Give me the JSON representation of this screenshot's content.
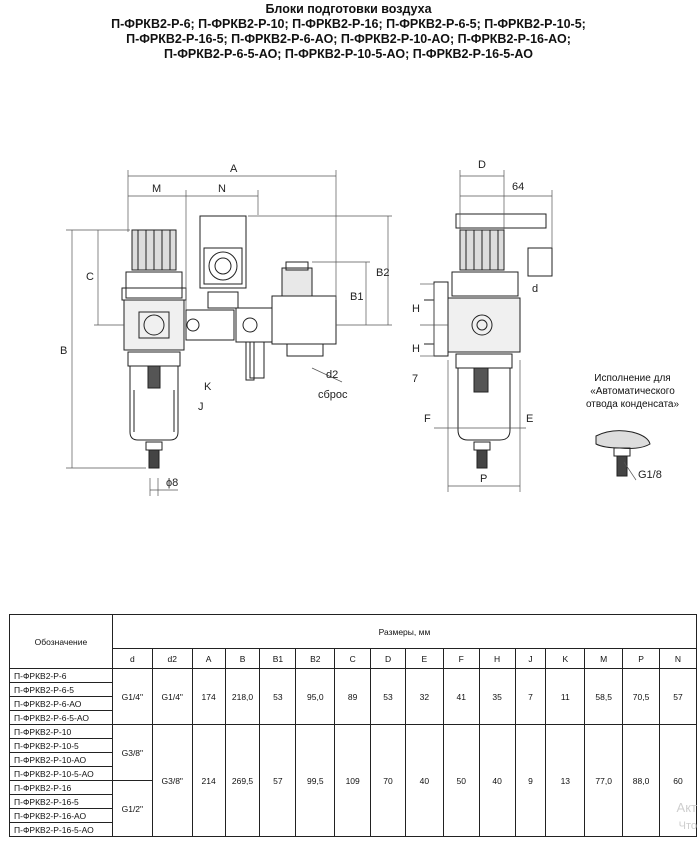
{
  "title": {
    "line1": "Блоки подготовки воздуха",
    "line2": "П-ФРКВ2-Р-6; П-ФРКВ2-Р-10; П-ФРКВ2-Р-16; П-ФРКВ2-Р-6-5; П-ФРКВ2-Р-10-5;",
    "line3": "П-ФРКВ2-Р-16-5; П-ФРКВ2-Р-6-АО; П-ФРКВ2-Р-10-АО; П-ФРКВ2-Р-16-АО;",
    "line4": "П-ФРКВ2-Р-6-5-АО; П-ФРКВ2-Р-10-5-АО; П-ФРКВ2-Р-16-5-АО"
  },
  "drawing": {
    "labels": {
      "A": "A",
      "M": "M",
      "N": "N",
      "C": "C",
      "B": "B",
      "B1": "B1",
      "B2": "B2",
      "K": "K",
      "J": "J",
      "d2": "d2",
      "sbros": "сброс",
      "phi8": "ϕ8",
      "D": "D",
      "d64": "64",
      "H1": "H",
      "H2": "H",
      "d": "d",
      "seven": "7",
      "F": "F",
      "E": "E",
      "P": "P",
      "g18": "G1/8"
    },
    "note_line1": "Исполнение для",
    "note_line2": "«Автоматического",
    "note_line3": "отвода конденсата»"
  },
  "table": {
    "header_designation": "Обозначение",
    "header_sizes": "Размеры, мм",
    "columns": [
      "d",
      "d2",
      "A",
      "B",
      "B1",
      "B2",
      "C",
      "D",
      "E",
      "F",
      "H",
      "J",
      "K",
      "M",
      "P",
      "N"
    ],
    "group1": {
      "names": [
        "П-ФРКВ2-Р-6",
        "П-ФРКВ2-Р-6-5",
        "П-ФРКВ2-Р-6-АО",
        "П-ФРКВ2-Р-6-5-АО"
      ],
      "d": "G1/4\"",
      "values": [
        "G1/4\"",
        "174",
        "218,0",
        "53",
        "95,0",
        "89",
        "53",
        "32",
        "41",
        "35",
        "7",
        "11",
        "58,5",
        "70,5",
        "57"
      ]
    },
    "group2": {
      "names": [
        "П-ФРКВ2-Р-10",
        "П-ФРКВ2-Р-10-5",
        "П-ФРКВ2-Р-10-АО",
        "П-ФРКВ2-Р-10-5-АО"
      ],
      "d": "G3/8\""
    },
    "group3": {
      "names": [
        "П-ФРКВ2-Р-16",
        "П-ФРКВ2-Р-16-5",
        "П-ФРКВ2-Р-16-АО",
        "П-ФРКВ2-Р-16-5-АО"
      ],
      "d": "G1/2\""
    },
    "group23_values": [
      "G3/8\"",
      "214",
      "269,5",
      "57",
      "99,5",
      "109",
      "70",
      "40",
      "50",
      "40",
      "9",
      "13",
      "77,0",
      "88,0",
      "60"
    ]
  },
  "watermark": {
    "line1": "Акт",
    "line2": "Что"
  }
}
